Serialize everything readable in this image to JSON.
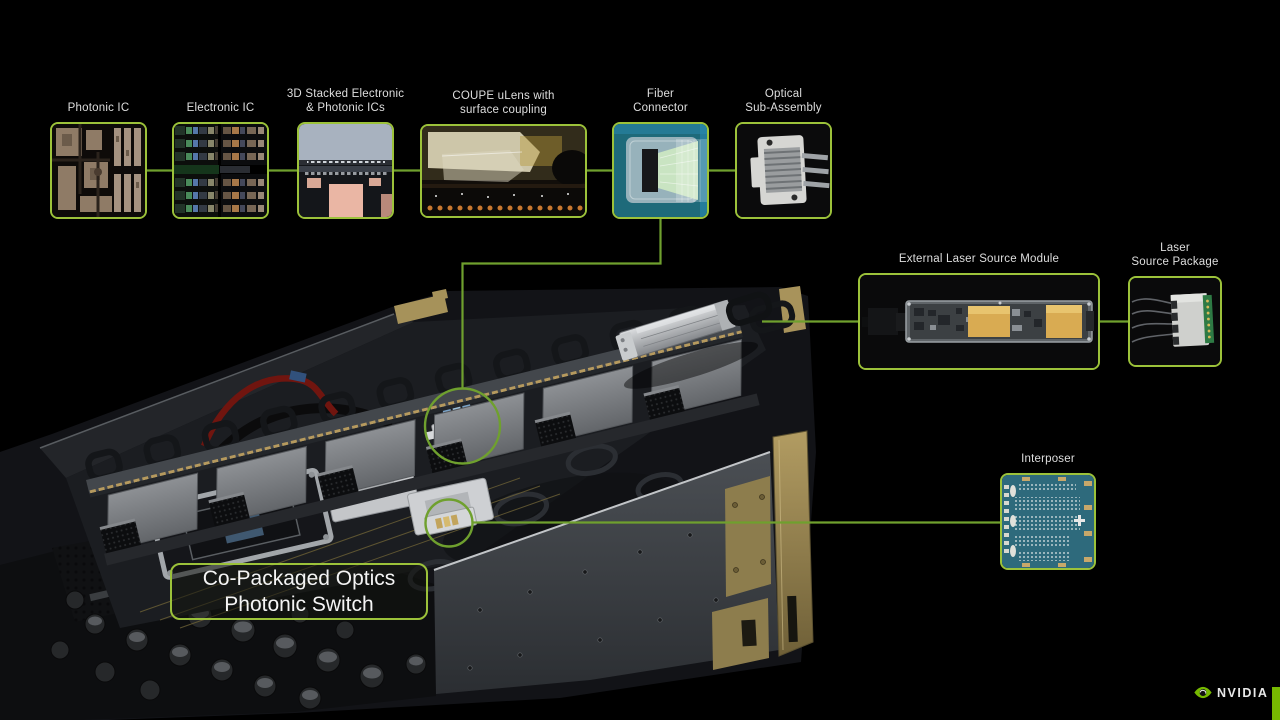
{
  "slide": {
    "title_box": {
      "label": "Co-Packaged Optics\nPhotonic Switch"
    },
    "brand": {
      "name": "NVIDIA"
    },
    "colors": {
      "accent": "#76b900",
      "connector_line": "#6fa02e",
      "box_border": "#9cc23a",
      "gold": "#9a8a57",
      "chassis_gray": "#43474c",
      "teal_chip": "#2e6a7c"
    }
  },
  "components": [
    {
      "id": "photonic-ic",
      "label": "Photonic IC"
    },
    {
      "id": "electronic-ic",
      "label": "Electronic IC"
    },
    {
      "id": "stacked-ics",
      "label": "3D Stacked Electronic\n& Photonic ICs"
    },
    {
      "id": "coupe-ulens",
      "label": "COUPE uLens with\nsurface coupling"
    },
    {
      "id": "fiber-connector",
      "label": "Fiber\nConnector"
    },
    {
      "id": "optical-sub-assembly",
      "label": "Optical\nSub-Assembly"
    },
    {
      "id": "external-laser-source-module",
      "label": "External Laser Source Module"
    },
    {
      "id": "laser-source-package",
      "label": "Laser\nSource Package"
    },
    {
      "id": "interposer",
      "label": "Interposer"
    }
  ]
}
